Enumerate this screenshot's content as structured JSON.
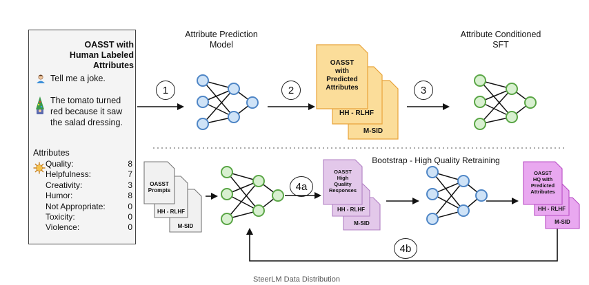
{
  "panel": {
    "title_line1": "OASST with",
    "title_line2": "Human Labeled Attributes",
    "user_message": "Tell me a joke.",
    "assistant_line1": "The tomato turned",
    "assistant_line2": "red because it saw",
    "assistant_line3": "the salad dressing.",
    "attributes_heading": "Attributes",
    "attributes": [
      {
        "name": "Quality:",
        "value": "8"
      },
      {
        "name": "Helpfulness:",
        "value": "7"
      },
      {
        "name": "Creativity:",
        "value": "3"
      },
      {
        "name": "Humor:",
        "value": "8"
      },
      {
        "name": "Not Appropriate:",
        "value": "0"
      },
      {
        "name": "Toxicity:",
        "value": "0"
      },
      {
        "name": "Violence:",
        "value": "0"
      }
    ]
  },
  "labels": {
    "attr_pred_1": "Attribute Prediction",
    "attr_pred_2": "Model",
    "attr_cond_1": "Attribute Conditioned",
    "attr_cond_2": "SFT",
    "bootstrap": "Bootstrap - High Quality Retraining",
    "bottom_caption": "SteerLM Data Distribution"
  },
  "steps": {
    "s1": "1",
    "s2": "2",
    "s3": "3",
    "s4a": "4a",
    "s4b": "4b"
  },
  "docs": {
    "predicted": [
      "OASST",
      "with",
      "Predicted",
      "Attributes"
    ],
    "hh": "HH - RLHF",
    "msid": "M-SID",
    "prompts": [
      "OASST",
      "Prompts"
    ],
    "hq_responses": [
      "OASST",
      "High",
      "Quality",
      "Responses"
    ],
    "hq_predicted": [
      "OASST",
      "HQ with",
      "Predicted",
      "Attributes"
    ]
  },
  "colors": {
    "blue_node_fill": "#cfe3f7",
    "blue_node_stroke": "#4f86c6",
    "green_node_fill": "#d8f0d0",
    "green_node_stroke": "#5aa646",
    "orange_doc_fill": "#fbdd9a",
    "orange_doc_stroke": "#e8a33a",
    "purple_doc_fill": "#e3c8ea",
    "purple_doc_stroke": "#b07fc3",
    "magenta_doc_fill": "#e9a8f0",
    "magenta_doc_stroke": "#b74cc4",
    "grey_doc_fill": "#f1f1f1",
    "grey_doc_stroke": "#777777"
  }
}
